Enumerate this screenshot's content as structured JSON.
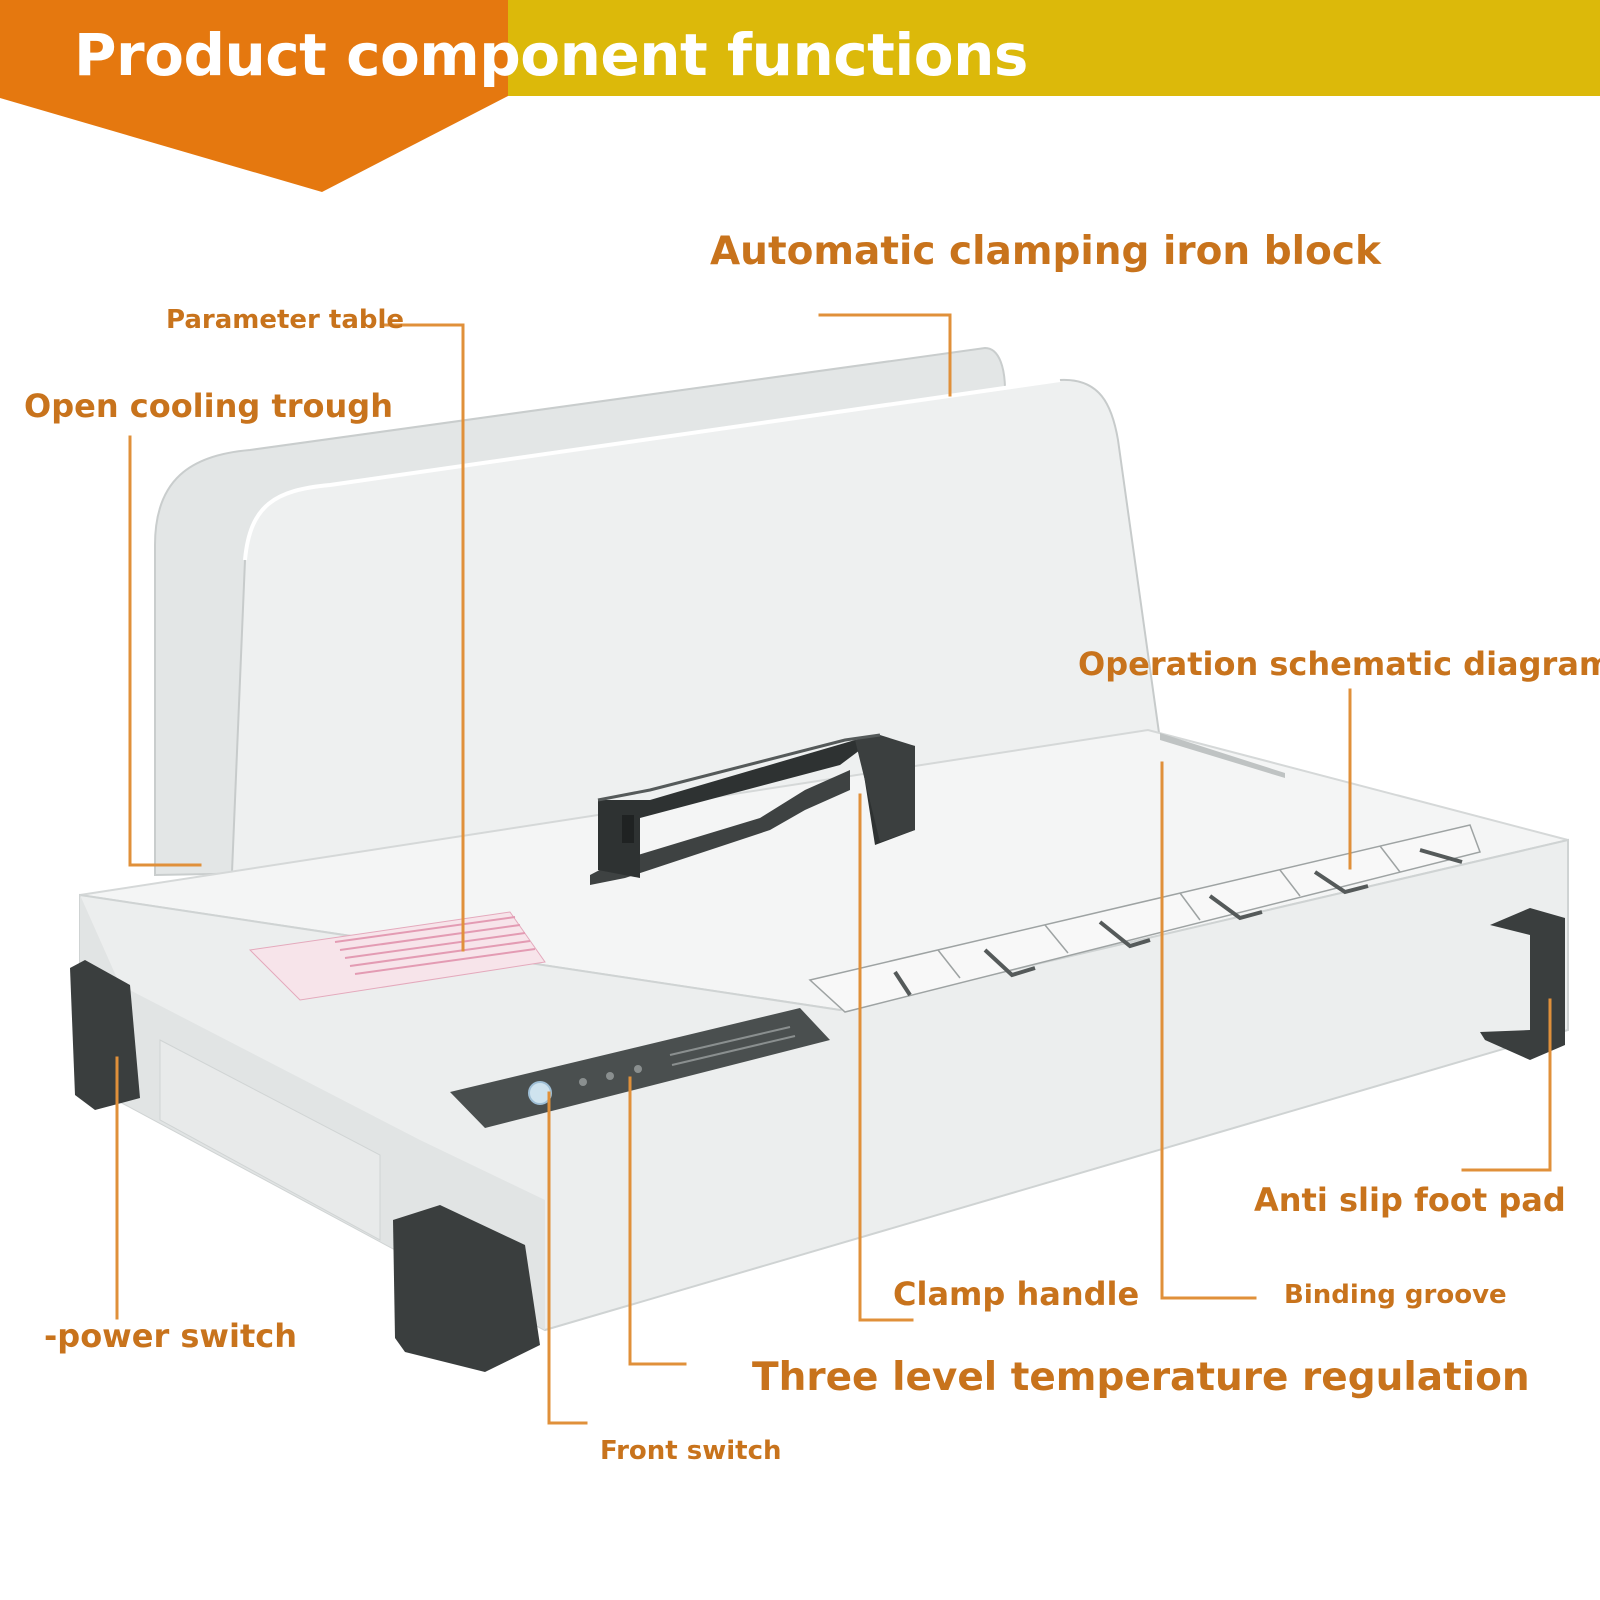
{
  "header": {
    "title": "Product component functions"
  },
  "colors": {
    "banner_orange": "#e5780f",
    "banner_yellow": "#dcb90a",
    "label_color": "#c8731c",
    "line_color": "#e0903a"
  },
  "labels": {
    "automatic_clamping_iron_block": "Automatic clamping iron block",
    "parameter_table": "Parameter table",
    "open_cooling_trough": "Open cooling trough",
    "operation_schematic_diagram": "Operation schematic diagram",
    "anti_slip_foot_pad": "Anti slip foot pad",
    "clamp_handle": "Clamp handle",
    "binding_groove": "Binding groove",
    "power_switch": "-power switch",
    "three_level_temperature_regulation": "Three level temperature regulation",
    "front_switch": "Front switch"
  }
}
